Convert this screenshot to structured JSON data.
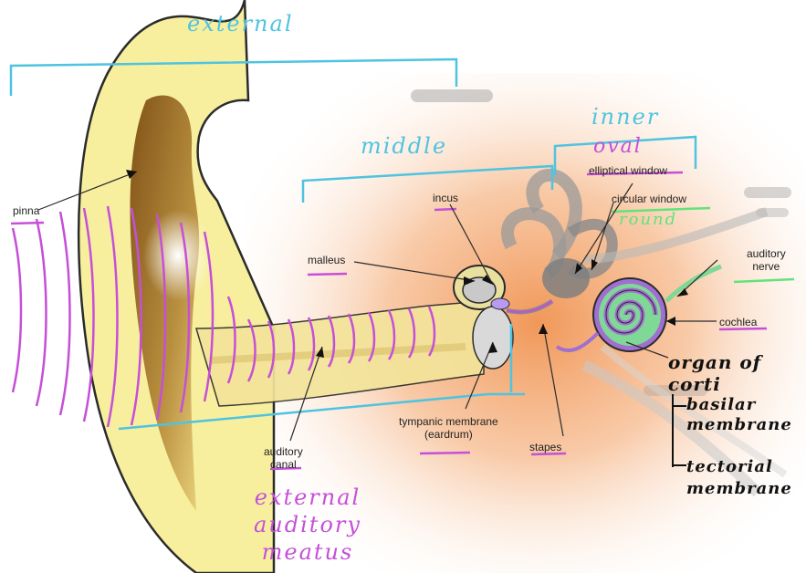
{
  "labels": {
    "pinna": "pinna",
    "malleus": "malleus",
    "incus": "incus",
    "elliptical_window": "elliptical window",
    "circular_window": "circular window",
    "auditory_nerve": "auditory\nnerve",
    "cochlea": "cochlea",
    "tympanic_membrane": "tympanic membrane\n(eardrum)",
    "stapes": "stapes",
    "auditory_canal": "auditory\ncanal"
  },
  "handwritten": {
    "external": "external",
    "middle": "middle",
    "inner": "inner",
    "oval": "oval",
    "round": "round",
    "external_auditory_meatus": "external\nauditory\nmeatus",
    "organ_of_corti": "organ of\ncorti",
    "basilar_membrane": "basilar\nmembrane",
    "tectorial_membrane": "tectorial\nmembrane"
  },
  "colors": {
    "ear_fill": "#f7ef9e",
    "ear_stroke": "#2b2b2b",
    "canal_inner": "#8a5a12",
    "tissue_glow": "#f2a060",
    "bracket_blue": "#4fc3e0",
    "wave_purple": "#c64fd8",
    "green_annot": "#62e37a",
    "cochlea_purple": "#a06fd0"
  }
}
